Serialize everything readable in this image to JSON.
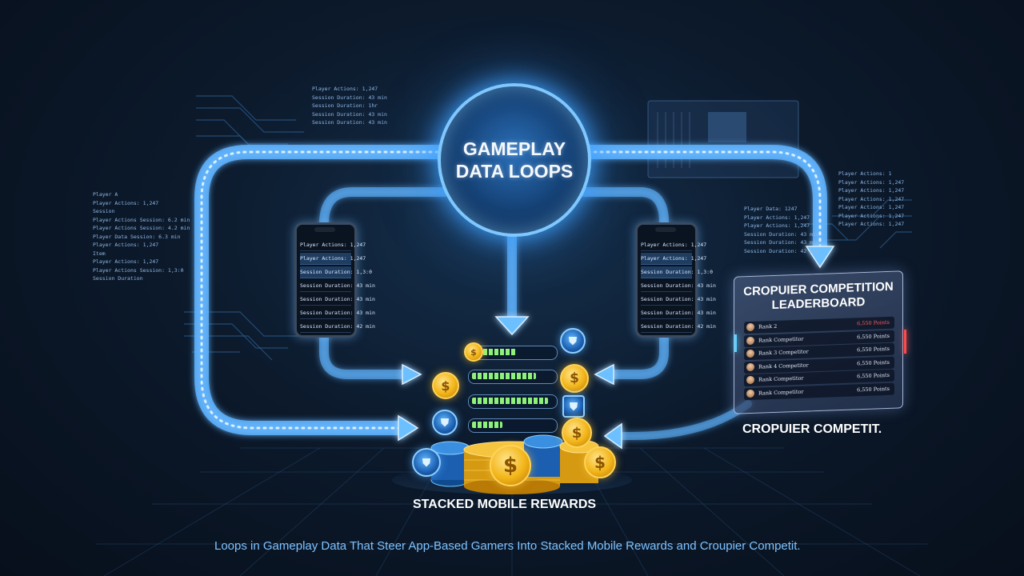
{
  "hub": {
    "title_line1": "GAMEPLAY",
    "title_line2": "DATA LOOPS"
  },
  "left_phone": {
    "rows": [
      "Player Actions: 1,247",
      "Player Actions: 1,247",
      "Session Duration: 1,3:0",
      "Session Duration: 43 min",
      "Session Duration: 43 min",
      "Session Duration: 43 min",
      "Session Duration: 42 min"
    ]
  },
  "right_phone": {
    "rows": [
      "Player Actions: 1,247",
      "Player Actions: 1,247",
      "Session Duration: 1,3:0",
      "Session Duration: 43 min",
      "Session Duration: 43 min",
      "Session Duration: 43 min",
      "Session Duration: 42 min"
    ]
  },
  "stats_top": [
    "Player Actions: 1,247",
    "Session Duration: 43 min",
    "Session Duration: 1hr",
    "Session Duration: 43 min",
    "Session Duration: 43 min"
  ],
  "stats_left": [
    "Player A",
    "Player Actions: 1,247",
    "Session",
    "Player Actions Session: 6.2 min",
    "Player Actions Session: 4.2 min",
    "Player Data Session: 6.3 min",
    "Player Actions: 1,247",
    "Item",
    "Player Actions: 1,247",
    "Player Actions Session: 1,3:0",
    "Session Duration"
  ],
  "stats_right_a": [
    "Player Data: 1247",
    "Player Actions: 1,247",
    "Player Actions: 1,247",
    "Session Duration: 43 min",
    "Session Duration: 43 min",
    "Session Duration: 42 min"
  ],
  "stats_right_b": [
    "Player Actions: 1",
    "Player Actions: 1,247",
    "Player Actions: 1,247",
    "Player Actions: 1,247",
    "Player Actions: 1,247",
    "Player Actions: 1,247",
    "Player Actions: 1,247"
  ],
  "leaderboard": {
    "title_line1": "CROPUIER COMPETITION",
    "title_line2": "LEADERBOARD",
    "rows": [
      {
        "name": "Rank 2",
        "points": "6,550 Points"
      },
      {
        "name": "Rank Competitor",
        "points": "6,550 Points"
      },
      {
        "name": "Rank 3 Competitor",
        "points": "6,550 Points"
      },
      {
        "name": "Rank 4 Competitor",
        "points": "6,550 Points"
      },
      {
        "name": "Rank Competitor",
        "points": "6,550 Points"
      },
      {
        "name": "Rank Competitor",
        "points": "6,550 Points"
      }
    ]
  },
  "labels": {
    "rewards": "STACKED MOBILE REWARDS",
    "competition": "CROPUIER COMPETIT."
  },
  "caption": "Loops in Gameplay Data That Steer App-Based Gamers Into Stacked Mobile Rewards and Croupier Competit.",
  "icons": {
    "coin": "$",
    "shield": "⛊"
  },
  "colors": {
    "loop": "#5fb4ff",
    "accent_gold": "#f2b418",
    "bar_fill": "#8ef27a",
    "leader_red": "#ff5a5a"
  }
}
